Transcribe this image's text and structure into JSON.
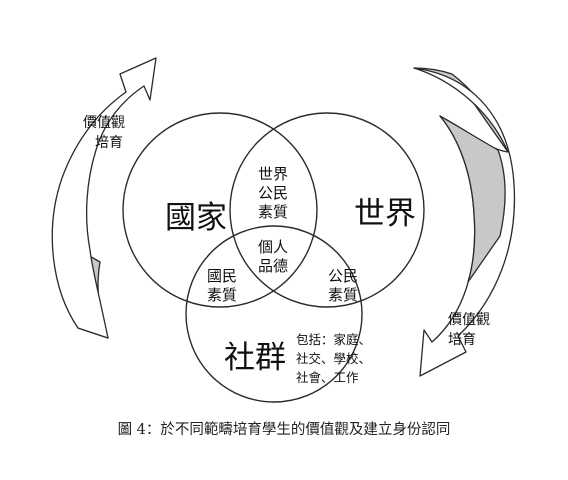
{
  "circles": {
    "nation": "國家",
    "world": "世界",
    "community": "社群"
  },
  "intersections": {
    "nation_world": [
      "世界",
      "公民",
      "素質"
    ],
    "nation_community": [
      "國民",
      "素質"
    ],
    "world_community": [
      "公民",
      "素質"
    ],
    "center": [
      "個人",
      "品德"
    ]
  },
  "community_detail": [
    "包括：家庭、",
    "社交、學校、",
    "社會、工作"
  ],
  "arrows": {
    "left": [
      "價值觀",
      "培育"
    ],
    "right": [
      "價值觀",
      "培育"
    ]
  },
  "caption": "圖 4：於不同範疇培育學生的價值觀及建立身份認同"
}
